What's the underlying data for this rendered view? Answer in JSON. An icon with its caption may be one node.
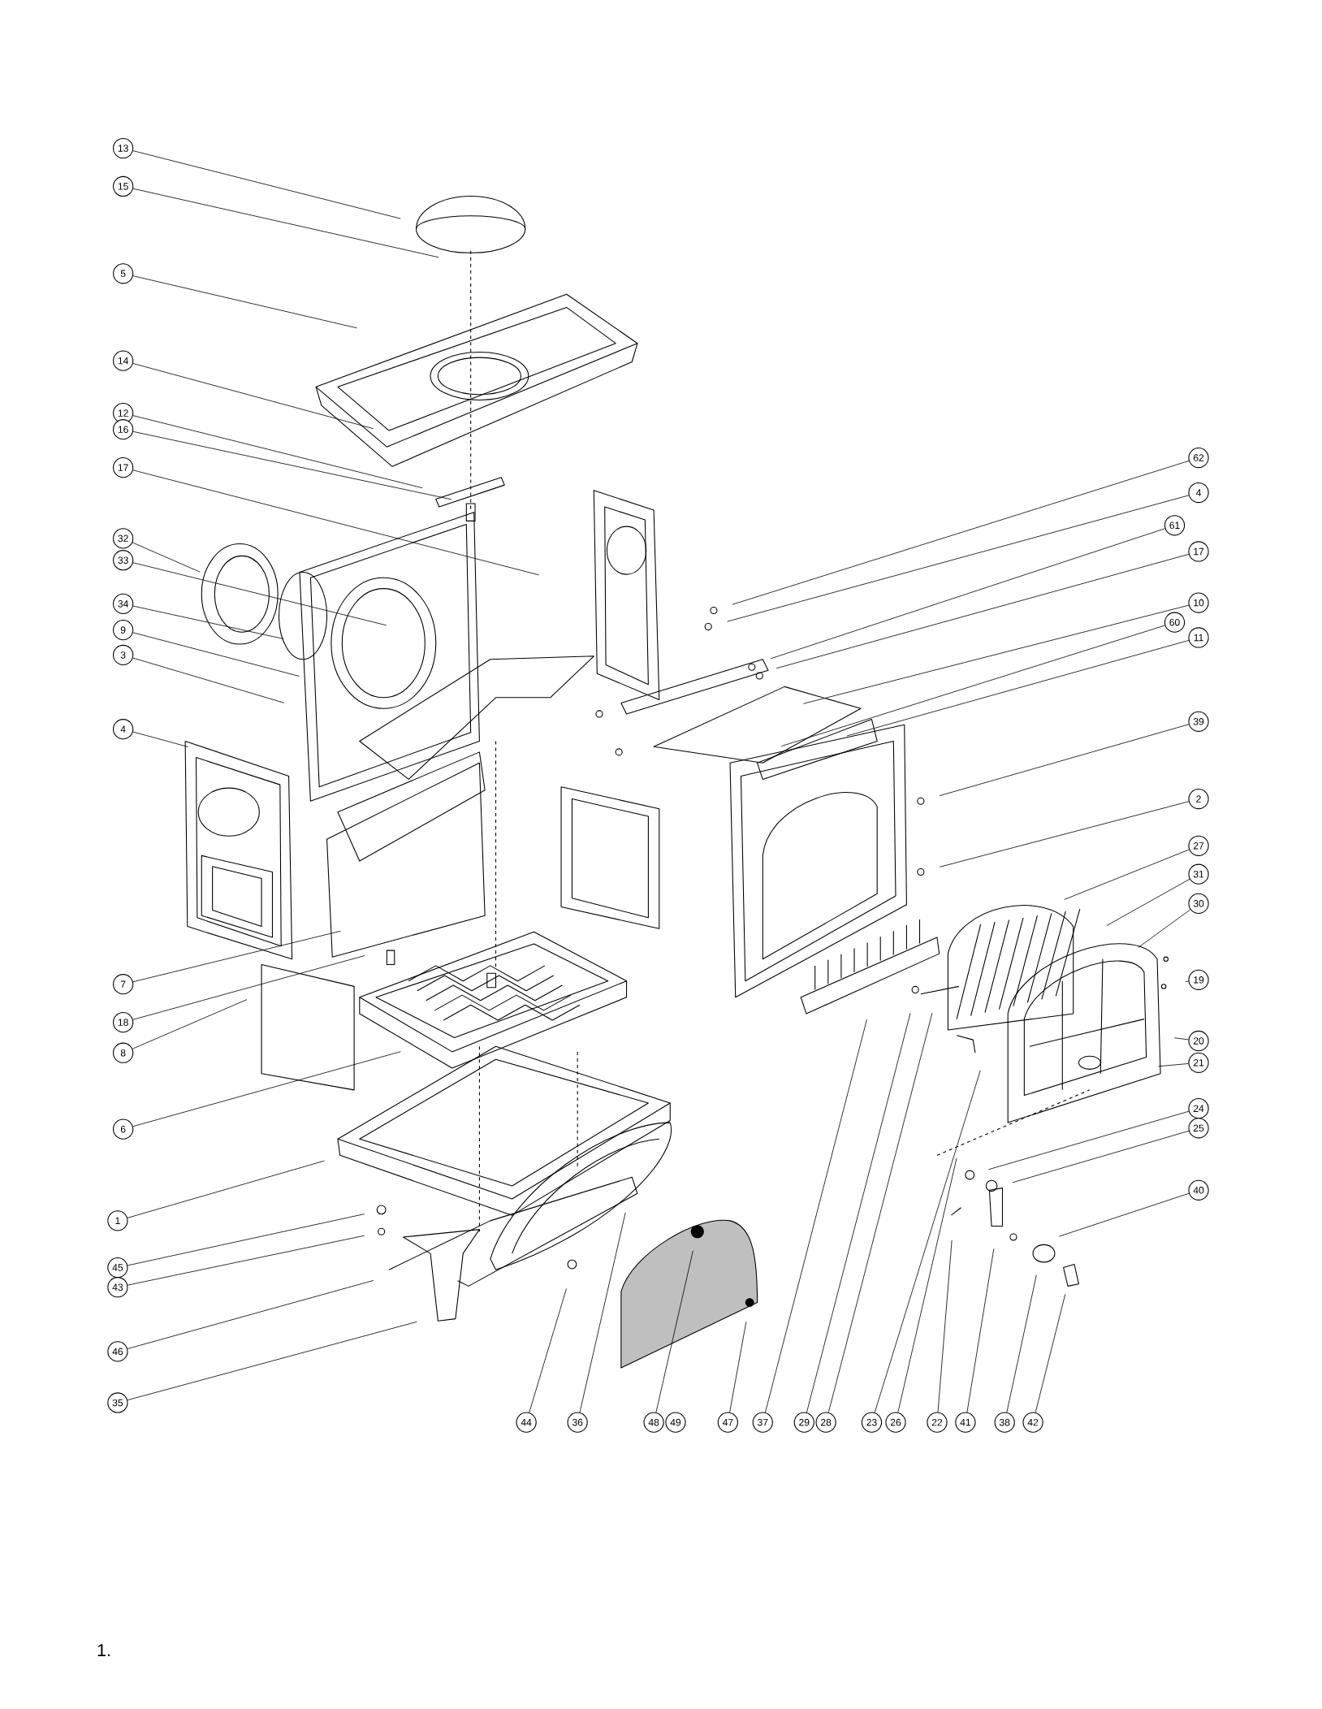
{
  "diagram": {
    "nodes": [
      {
        "text": [
          "13"
        ]
      },
      {
        "text": [
          "15"
        ]
      },
      {
        "text": [
          "5"
        ]
      },
      {
        "text": [
          "14"
        ]
      },
      {
        "text": [
          "12"
        ]
      },
      {
        "text": [
          "16"
        ]
      },
      {
        "text": [
          "17"
        ]
      },
      {
        "text": [
          "32"
        ]
      },
      {
        "text": [
          "33"
        ]
      },
      {
        "text": [
          "34"
        ]
      },
      {
        "text": [
          "9"
        ]
      },
      {
        "text": [
          "3"
        ]
      },
      {
        "text": [
          "4"
        ]
      },
      {
        "text": [
          "7"
        ]
      },
      {
        "text": [
          "18"
        ]
      },
      {
        "text": [
          "8"
        ]
      },
      {
        "text": [
          "6"
        ]
      },
      {
        "text": [
          "1"
        ]
      },
      {
        "text": [
          "45"
        ]
      },
      {
        "text": [
          "43"
        ]
      },
      {
        "text": [
          "46"
        ]
      },
      {
        "text": [
          "35"
        ]
      },
      {
        "text": [
          "62"
        ]
      },
      {
        "text": [
          "4"
        ]
      },
      {
        "text": [
          "61"
        ]
      },
      {
        "text": [
          "17"
        ]
      },
      {
        "text": [
          "10"
        ]
      },
      {
        "text": [
          "60"
        ]
      },
      {
        "text": [
          "11"
        ]
      },
      {
        "text": [
          "39"
        ]
      },
      {
        "text": [
          "2"
        ]
      },
      {
        "text": [
          "27"
        ]
      },
      {
        "text": [
          "31"
        ]
      },
      {
        "text": [
          "30"
        ]
      },
      {
        "text": [
          "19"
        ]
      },
      {
        "text": [
          "20"
        ]
      },
      {
        "text": [
          "21"
        ]
      },
      {
        "text": [
          "24"
        ]
      },
      {
        "text": [
          "25"
        ]
      },
      {
        "text": [
          "40"
        ]
      },
      {
        "text": [
          "44"
        ]
      },
      {
        "text": [
          "36"
        ]
      },
      {
        "text": [
          "48"
        ]
      },
      {
        "text": [
          "49"
        ]
      },
      {
        "text": [
          "47"
        ]
      },
      {
        "text": [
          "37"
        ]
      },
      {
        "text": [
          "29"
        ]
      },
      {
        "text": [
          "28"
        ]
      },
      {
        "text": [
          "23"
        ]
      },
      {
        "text": [
          "26"
        ]
      },
      {
        "text": [
          "22"
        ]
      },
      {
        "text": [
          "41"
        ]
      },
      {
        "text": [
          "38"
        ]
      },
      {
        "text": [
          "42"
        ]
      }
    ],
    "edges": [
      {
        "from": 0,
        "to": null,
        "arrow": "none"
      },
      {
        "from": 1,
        "to": null,
        "arrow": "none"
      },
      {
        "from": 2,
        "to": null,
        "arrow": "none"
      },
      {
        "from": 3,
        "to": null,
        "arrow": "none"
      },
      {
        "from": 4,
        "to": null,
        "arrow": "none"
      },
      {
        "from": 5,
        "to": null,
        "arrow": "none"
      },
      {
        "from": 6,
        "to": null,
        "arrow": "none"
      },
      {
        "from": 7,
        "to": null,
        "arrow": "none"
      },
      {
        "from": 8,
        "to": null,
        "arrow": "none"
      },
      {
        "from": 9,
        "to": null,
        "arrow": "none"
      },
      {
        "from": 10,
        "to": null,
        "arrow": "none"
      },
      {
        "from": 11,
        "to": null,
        "arrow": "none"
      },
      {
        "from": 12,
        "to": null,
        "arrow": "none"
      },
      {
        "from": 13,
        "to": null,
        "arrow": "none"
      },
      {
        "from": 14,
        "to": null,
        "arrow": "none"
      },
      {
        "from": 15,
        "to": null,
        "arrow": "none"
      },
      {
        "from": 16,
        "to": null,
        "arrow": "none"
      },
      {
        "from": 17,
        "to": null,
        "arrow": "none"
      },
      {
        "from": 18,
        "to": null,
        "arrow": "none"
      },
      {
        "from": 19,
        "to": null,
        "arrow": "none"
      },
      {
        "from": 20,
        "to": null,
        "arrow": "none"
      },
      {
        "from": 21,
        "to": null,
        "arrow": "none"
      },
      {
        "from": 22,
        "to": null,
        "arrow": "none"
      },
      {
        "from": 23,
        "to": null,
        "arrow": "none"
      },
      {
        "from": 24,
        "to": null,
        "arrow": "none"
      },
      {
        "from": 25,
        "to": null,
        "arrow": "none"
      },
      {
        "from": 26,
        "to": null,
        "arrow": "none"
      },
      {
        "from": 27,
        "to": null,
        "arrow": "none"
      },
      {
        "from": 28,
        "to": null,
        "arrow": "none"
      },
      {
        "from": 29,
        "to": null,
        "arrow": "none"
      },
      {
        "from": 30,
        "to": null,
        "arrow": "none"
      },
      {
        "from": 31,
        "to": null,
        "arrow": "none"
      },
      {
        "from": 32,
        "to": null,
        "arrow": "none"
      },
      {
        "from": 33,
        "to": null,
        "arrow": "none"
      },
      {
        "from": 34,
        "to": null,
        "arrow": "none"
      },
      {
        "from": 35,
        "to": null,
        "arrow": "none"
      },
      {
        "from": 36,
        "to": null,
        "arrow": "none"
      },
      {
        "from": 37,
        "to": null,
        "arrow": "none"
      },
      {
        "from": 38,
        "to": null,
        "arrow": "none"
      },
      {
        "from": 39,
        "to": null,
        "arrow": "none"
      },
      {
        "from": 40,
        "to": null,
        "arrow": "none"
      },
      {
        "from": 41,
        "to": null,
        "arrow": "none"
      },
      {
        "from": 42,
        "to": null,
        "arrow": "none"
      },
      {
        "from": 44,
        "to": null,
        "arrow": "none"
      },
      {
        "from": 45,
        "to": null,
        "arrow": "none"
      },
      {
        "from": 46,
        "to": null,
        "arrow": "none"
      },
      {
        "from": 47,
        "to": null,
        "arrow": "none"
      },
      {
        "from": 48,
        "to": null,
        "arrow": "none"
      },
      {
        "from": 49,
        "to": null,
        "arrow": "none"
      },
      {
        "from": 50,
        "to": null,
        "arrow": "none"
      },
      {
        "from": 51,
        "to": null,
        "arrow": "none"
      },
      {
        "from": 52,
        "to": null,
        "arrow": "none"
      },
      {
        "from": 53,
        "to": null,
        "arrow": "none"
      }
    ],
    "labels": [
      "1."
    ]
  }
}
